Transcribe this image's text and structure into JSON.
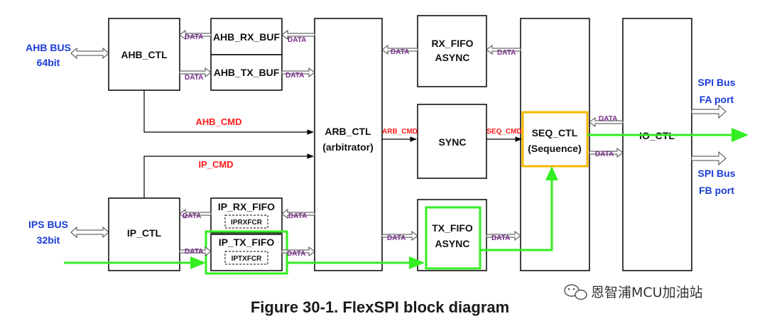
{
  "blocks": {
    "ahb_ctl": "AHB_CTL",
    "ahb_rx_buf": "AHB_RX_BUF",
    "ahb_tx_buf": "AHB_TX_BUF",
    "arb_ctl": "ARB_CTL",
    "arb_ctl_sub": "(arbitrator)",
    "rx_fifo": "RX_FIFO",
    "rx_fifo_sub": "ASYNC",
    "sync": "SYNC",
    "tx_fifo": "TX_FIFO",
    "tx_fifo_sub": "ASYNC",
    "seq_ctl": "SEQ_CTL",
    "seq_ctl_sub": "(Sequence)",
    "io_ctl": "IO_CTL",
    "ip_ctl": "IP_CTL",
    "ip_rx_fifo": "IP_RX_FIFO",
    "iprxfcr": "IPRXFCR",
    "ip_tx_fifo": "IP_TX_FIFO",
    "iptxfcr": "IPTXFCR"
  },
  "buses": {
    "ahb_bus": "AHB BUS",
    "ahb_bus_width": "64bit",
    "ips_bus": "IPS BUS",
    "ips_bus_width": "32bit",
    "spi_fa": "SPI Bus",
    "spi_fa_port": "FA port",
    "spi_fb": "SPI Bus",
    "spi_fb_port": "FB port"
  },
  "signals": {
    "ahb_cmd": "AHB_CMD",
    "ip_cmd": "IP_CMD",
    "arb_cmd": "ARB_CMD",
    "seq_cmd": "SEQ_CMD",
    "data": "DATA"
  },
  "caption": "Figure 30-1. FlexSPI block diagram",
  "watermark": "恩智浦MCU加油站",
  "colors": {
    "highlight_path": "#33ee22",
    "seq_highlight": "#f5b800",
    "bus_label": "#1a3cd6",
    "cmd_label": "#ff1a1a",
    "data_label": "#7a2d8a"
  }
}
